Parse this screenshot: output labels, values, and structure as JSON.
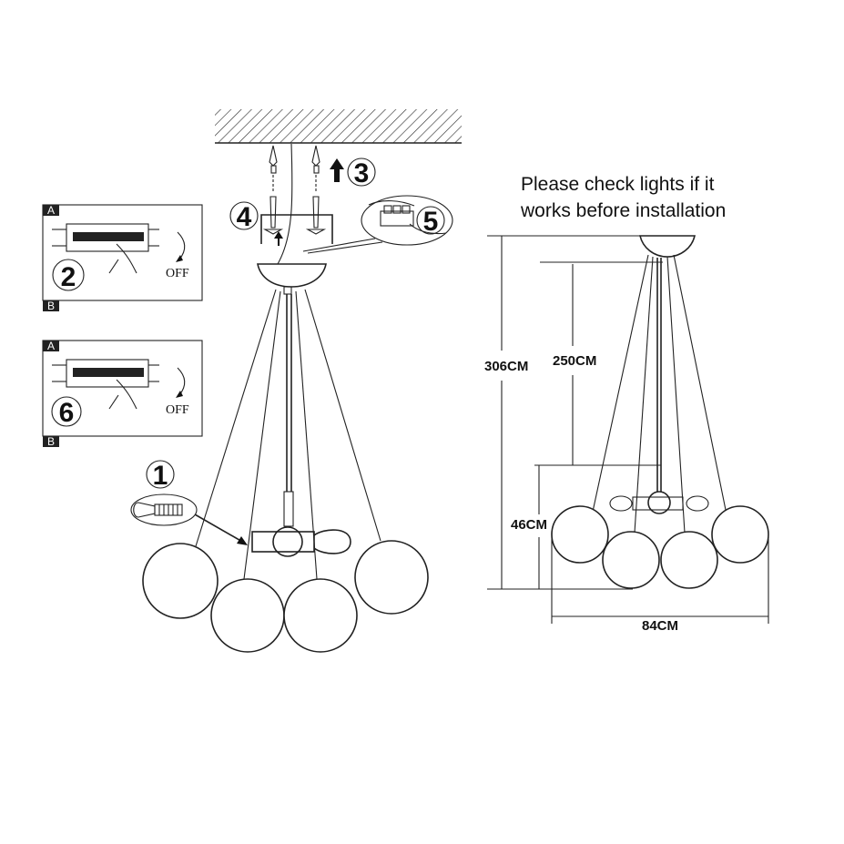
{
  "note": {
    "line1": "Please check lights if it",
    "line2": "works before installation"
  },
  "steps": {
    "s1": "1",
    "s2": "2",
    "s3": "3",
    "s4": "4",
    "s5": "5",
    "s6": "6"
  },
  "breaker_panels": [
    {
      "top_label": "A",
      "bottom_label": "B",
      "state": "OFF"
    },
    {
      "top_label": "A",
      "bottom_label": "B",
      "state": "OFF"
    }
  ],
  "dimensions": {
    "total_height": "306CM",
    "cable_length": "250CM",
    "fixture_height": "46CM",
    "width": "84CM"
  }
}
